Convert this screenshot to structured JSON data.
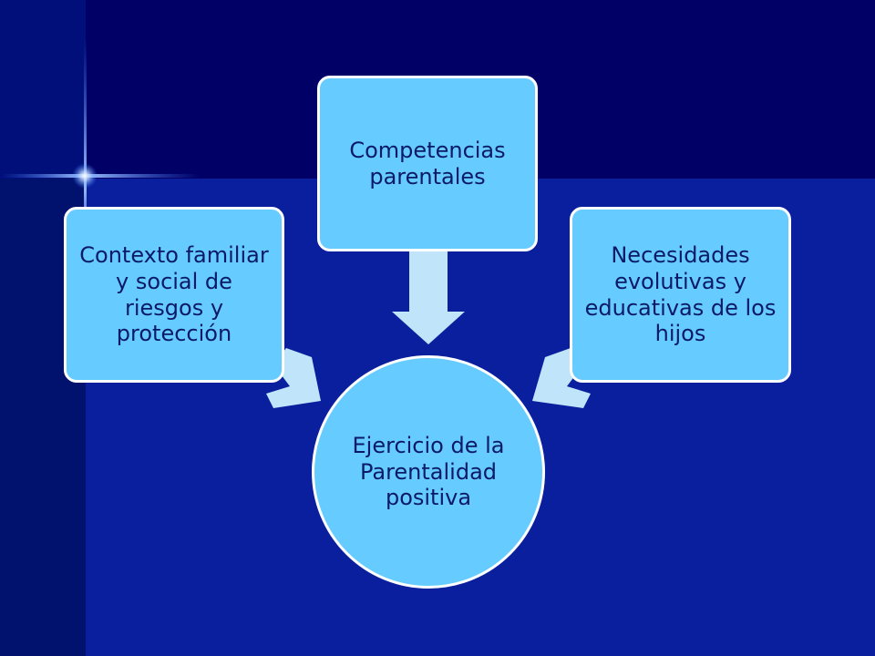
{
  "diagram": {
    "center": {
      "label": "Ejercicio de la Parentalidad positiva"
    },
    "nodes": [
      {
        "label": "Contexto familiar y social de riesgos y protección"
      },
      {
        "label": "Competencias parentales"
      },
      {
        "label": "Necesidades evolutivas y educativas de los hijos"
      }
    ]
  },
  "colors": {
    "background": "#000066",
    "node_fill": "#66ccff",
    "node_border": "#ffffff",
    "arrow_fill": "#c0e4fa",
    "text": "#0b1a66"
  }
}
